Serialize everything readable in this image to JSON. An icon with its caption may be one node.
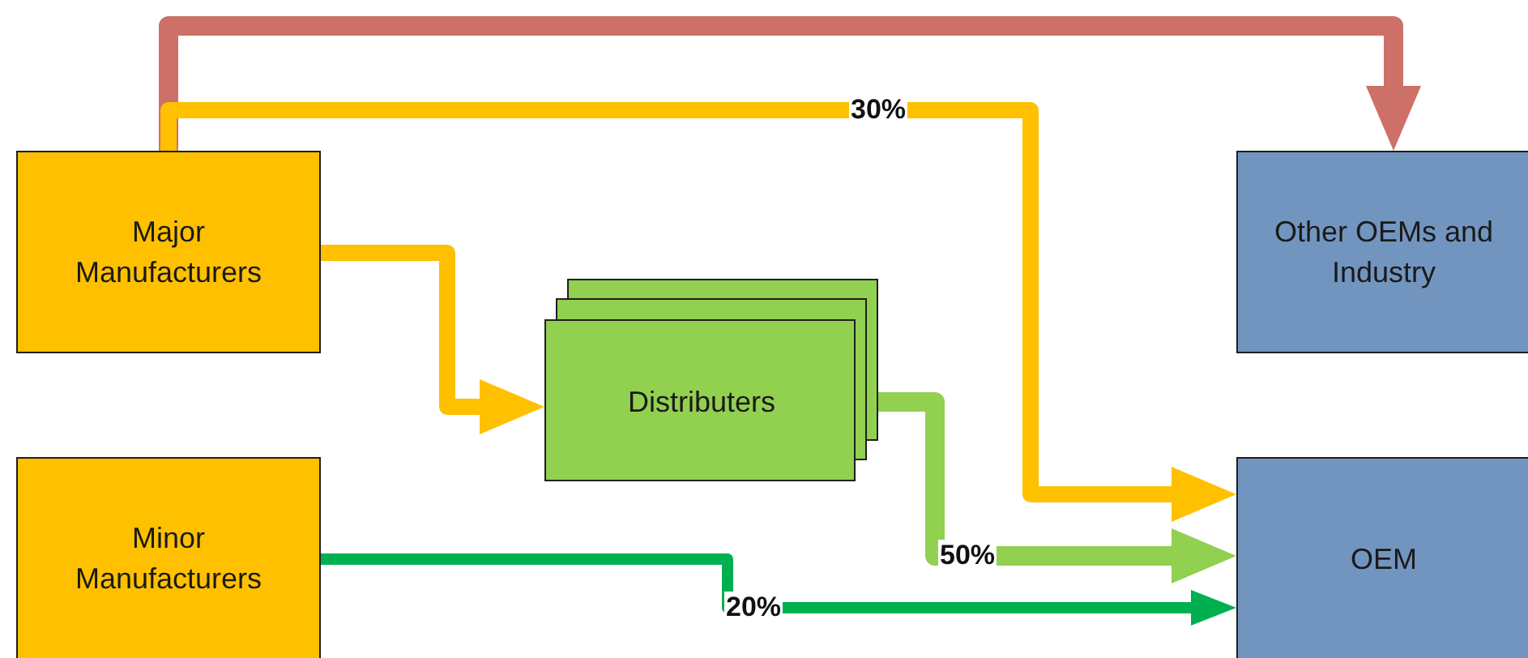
{
  "diagram": {
    "nodes": [
      {
        "text": [
          "Major Manufacturers"
        ]
      },
      {
        "text": [
          "Minor Manufacturers"
        ]
      },
      {
        "text": [
          "Distributers"
        ]
      },
      {
        "text": [
          "Other OEMs and Industry"
        ]
      },
      {
        "text": [
          "OEM"
        ]
      }
    ],
    "edges": [
      {
        "from": 0,
        "to": 3,
        "arrow": "to",
        "color": "#cd7068"
      },
      {
        "from": 0,
        "to": 4,
        "arrow": "to",
        "label": "30%",
        "color": "#ffc000"
      },
      {
        "from": 0,
        "to": 2,
        "arrow": "to",
        "color": "#ffc000"
      },
      {
        "from": 2,
        "to": 4,
        "arrow": "to",
        "label": "50%",
        "color": "#92d050"
      },
      {
        "from": 1,
        "to": 4,
        "arrow": "to",
        "label": "20%",
        "color": "#00b050"
      }
    ]
  }
}
